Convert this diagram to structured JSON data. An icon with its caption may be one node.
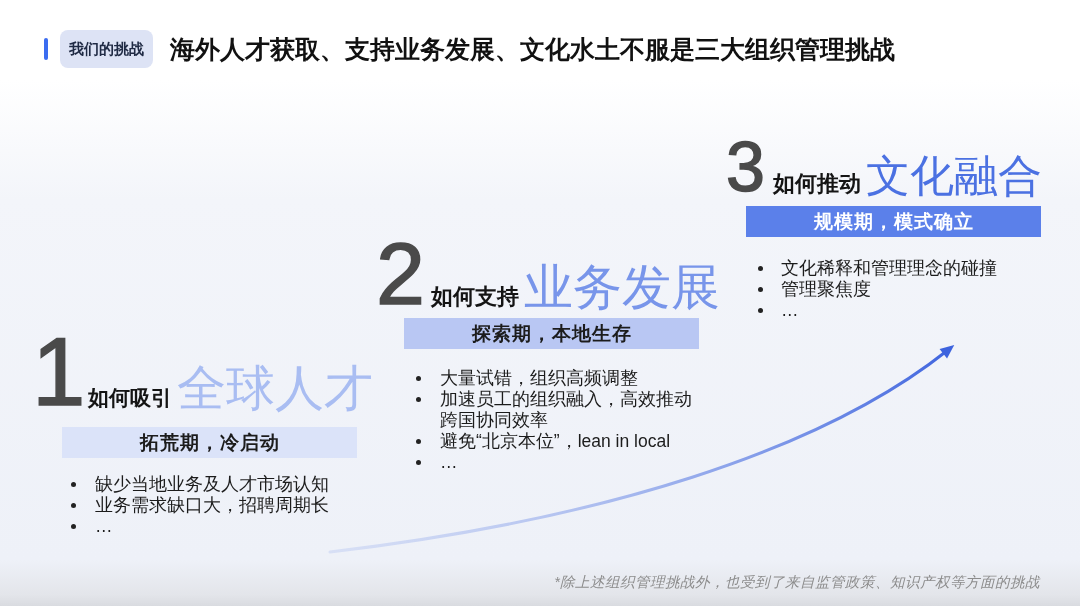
{
  "diagram": {
    "title": "海外人才获取、支持业务发展、文化水土不服是三大组织管理挑战",
    "nodes": [
      {
        "text": [
          "我们的挑战"
        ]
      },
      {
        "text": [
          "1",
          "如何吸引",
          "全球人才",
          "拓荒期，冷启动",
          "缺少当地业务及人才市场认知",
          "业务需求缺口大，招聘周期长",
          "…"
        ]
      },
      {
        "text": [
          "2",
          "如何支持",
          "业务发展",
          "探索期，本地生存",
          "大量试错，组织高频调整",
          "加速员工的组织融入，高效推动跨国协同效率",
          "避免“北京本位”，lean in local",
          "…"
        ]
      },
      {
        "text": [
          "3",
          "如何推动",
          "文化融合",
          "规模期，模式确立",
          "文化稀释和管理理念的碰撞",
          "管理聚焦度",
          "…"
        ]
      }
    ],
    "labels": [
      "*除上述组织管理挑战外，也受到了来自监管政策、知识产权等方面的挑战"
    ]
  }
}
